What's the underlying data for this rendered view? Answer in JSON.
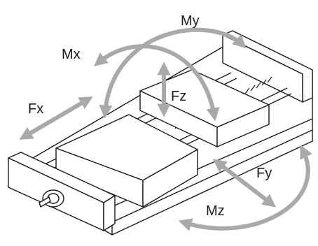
{
  "labels": {
    "my": "My",
    "mx": "Mx",
    "fz": "Fz",
    "fx": "Fx",
    "fy": "Fy",
    "mz": "Mz"
  },
  "colors": {
    "line": "#1a1a1a",
    "arrow": "#a9a9a9",
    "background": "#ffffff"
  }
}
